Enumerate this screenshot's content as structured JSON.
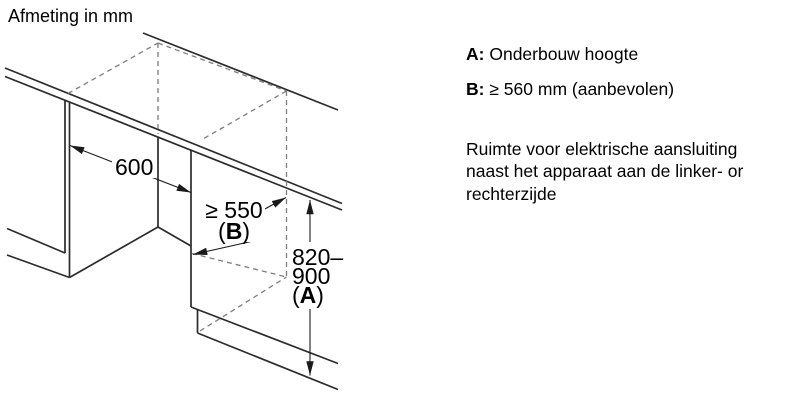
{
  "title": "Afmeting in mm",
  "legend": {
    "item_a": {
      "prefix": "A:",
      "text": "Onderbouw hoogte"
    },
    "item_b": {
      "prefix": "B:",
      "text": "≥ 560 mm (aanbevolen)"
    },
    "note": {
      "line1": "Ruimte voor elektrische aansluiting",
      "line2": "naast het apparaat aan de linker- or",
      "line3": "rechterzijde"
    }
  },
  "diagram": {
    "dim_width": {
      "value": "600"
    },
    "dim_depth": {
      "value": "≥ 550",
      "ref_open": "(",
      "ref_letter": "B",
      "ref_close": ")"
    },
    "dim_height": {
      "value_line1": "820–",
      "value_line2": "900",
      "ref_open": "(",
      "ref_letter": "A",
      "ref_close": ")"
    }
  },
  "colors": {
    "structure_line": "#2b2b2b",
    "dashed_line": "#7d7d7d",
    "dimension_line": "#1a1a1a",
    "background": "#ffffff",
    "text": "#000000"
  }
}
